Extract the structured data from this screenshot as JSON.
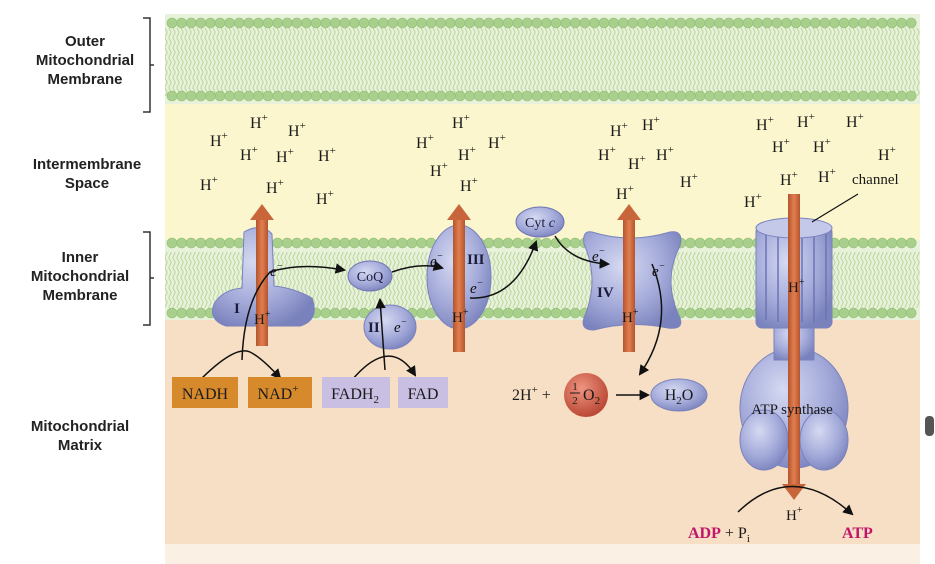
{
  "labels": {
    "outer": [
      "Outer",
      "Mitochondrial",
      "Membrane"
    ],
    "intermembrane": [
      "Intermembrane",
      "Space"
    ],
    "inner": [
      "Inner",
      "Mitochondrial",
      "Membrane"
    ],
    "matrix": [
      "Mitochondrial",
      "Matrix"
    ]
  },
  "proton": {
    "base": "H",
    "sup": "+"
  },
  "electron": {
    "base": "e",
    "sup": "−"
  },
  "complexes": {
    "I": "I",
    "II": "II",
    "III": "III",
    "IV": "IV"
  },
  "carriers": {
    "coq": "CoQ",
    "cyt": "Cyt",
    "cyt_c": "c"
  },
  "boxes": {
    "nadh": "NADH",
    "nad": "NAD",
    "nad_sup": "+",
    "fadh": "FADH",
    "fadh_sub": "2",
    "fad": "FAD"
  },
  "oxygen_reaction": {
    "two": "2H",
    "plus": "+",
    "plus_sign": "+",
    "half_num": "1",
    "half_den": "2",
    "o": "O",
    "o_sub": "2",
    "water": "H",
    "water_sub": "2",
    "water_o": "O"
  },
  "atp_synthase": {
    "name": "ATP synthase",
    "channel": "channel",
    "adp": "ADP",
    "plus": "+",
    "pi": "P",
    "pi_sub": "i",
    "atp": "ATP"
  },
  "colors": {
    "membrane_head": "#a8cf8c",
    "membrane_tail": "#cfe0b6",
    "intermembrane": "#fbf6cd",
    "matrix": "#f6dfc4",
    "protein": "#9da5d8",
    "proton_arrow": "#c9653a",
    "nadh_box": "#d68a2b",
    "fad_box": "#c8bfe2",
    "oxygen": "#cf5a46",
    "atp_text": "#c0156a"
  }
}
